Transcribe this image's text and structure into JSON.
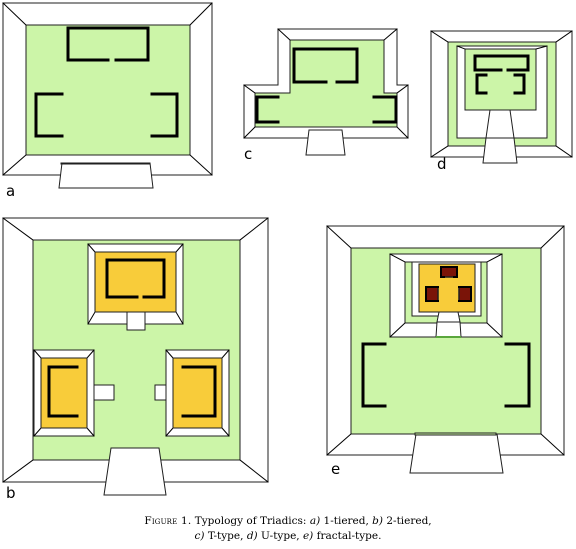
{
  "colors": {
    "grass": "#ccf5a8",
    "platform": "#f8cc3a",
    "edge": "#1f1f1f",
    "room_line": "#000000",
    "wall": "#ffffff",
    "dark_room": "#7a1408",
    "stair_highlight": "#5aa63c"
  },
  "panels": {
    "a": {
      "label": "a"
    },
    "b": {
      "label": "b"
    },
    "c": {
      "label": "c"
    },
    "d": {
      "label": "d"
    },
    "e": {
      "label": "e"
    }
  },
  "caption": {
    "figure": "Figure 1.",
    "line1_text": " Typology of Triadics: ",
    "a_key": "a)",
    "a_text": " 1-tiered, ",
    "b_key": "b)",
    "b_text": " 2-tiered,",
    "c_key": "c)",
    "c_text": " T-type, ",
    "d_key": "d)",
    "d_text": " U-type, ",
    "e_key": "e)",
    "e_text": " fractal-type."
  }
}
